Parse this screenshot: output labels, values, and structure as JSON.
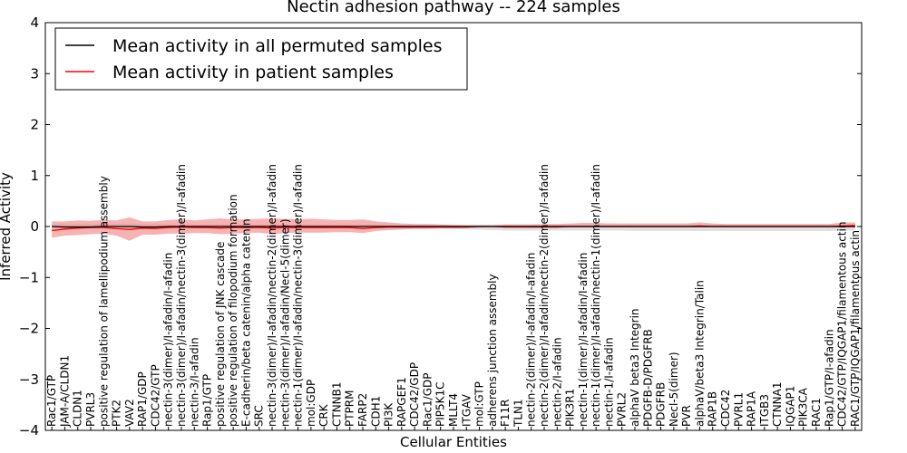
{
  "chart_data": {
    "type": "line",
    "title": "Nectin adhesion pathway -- 224 samples",
    "xlabel": "Cellular Entities",
    "ylabel": "Inferred Activity",
    "ylim": [
      -4,
      4
    ],
    "yticks": [
      "−4",
      "−3",
      "−2",
      "−1",
      "0",
      "1",
      "2",
      "3",
      "4"
    ],
    "grid": false,
    "legend_position": "top-left",
    "categories": [
      "Rac1/GTP",
      "JAM-A/CLDN1",
      "CLDN1",
      "PVRL3",
      "positive regulation of lamellipodium assembly",
      "PTK2",
      "VAV2",
      "RAP1/GDP",
      "CDC42/GTP",
      "nectin-3(dimer)/I-afadin/I-afadin",
      "nectin-3(dimer)/I-afadin/nectin-3(dimer)/I-afadin",
      "nectin-3/I-afadin",
      "Rap1/GTP",
      "positive regulation of JNK cascade",
      "positive regulation of filopodium formation",
      "E-cadherin/beta catenin/alpha catenin",
      "SRC",
      "nectin-3(dimer)/I-afadin/nectin-2(dimer)/I-afadin",
      "nectin-3(dimer)/I-afadin/Necl-5(dimer)",
      "nectin-1(dimer)/I-afadin/nectin-3(dimer)/I-afadin",
      "mol:GDP",
      "CRK",
      "CTNNB1",
      "PTPRM",
      "FARP2",
      "CDH1",
      "PI3K",
      "RAPGEF1",
      "CDC42/GDP",
      "Rac1/GDP",
      "PIP5K1C",
      "MLLT4",
      "ITGAV",
      "mol:GTP",
      "adherens junction assembly",
      "F11R",
      "TLN1",
      "nectin-2(dimer)/I-afadin/I-afadin",
      "nectin-2(dimer)/I-afadin/nectin-2(dimer)/I-afadin",
      "nectin-2/I-afadin",
      "PIK3R1",
      "nectin-1(dimer)/I-afadin/I-afadin",
      "nectin-1(dimer)/I-afadin/nectin-1(dimer)/I-afadin",
      "nectin-1/I-afadin",
      "PVRL2",
      "alphaV beta3 Integrin",
      "PDGFB-D/PDGFRB",
      "PDGFRB",
      "Necl-5(dimer)",
      "PVR",
      "alphaV/beta3 Integrin/Talin",
      "RAP1B",
      "CDC42",
      "PVRL1",
      "RAP1A",
      "ITGB3",
      "CTNNA1",
      "IQGAP1",
      "PIK3CA",
      "RAC1",
      "Rap1/GTP/I-afadin",
      "CDC42/GTP/IQGAP1/filamentous actin",
      "RAC1/GTP/IQGAP1/filamentous actin"
    ],
    "series": [
      {
        "name": "Mean activity in all permuted samples",
        "color": "#000000",
        "values": [
          0,
          -0.01,
          -0.01,
          -0.01,
          0,
          0,
          0,
          -0.01,
          -0.01,
          0,
          0,
          0,
          0,
          0,
          0,
          0,
          0,
          0,
          0,
          0,
          0,
          0,
          0,
          0,
          0,
          0,
          0,
          0,
          0,
          0,
          0,
          0,
          0,
          0,
          0,
          0,
          0,
          0,
          0,
          0,
          0,
          0,
          0,
          0,
          0,
          0,
          0,
          0,
          0,
          0,
          0,
          0,
          0,
          0,
          0,
          0,
          0,
          0,
          0,
          0,
          0,
          0,
          0
        ],
        "band_low": [
          -0.04,
          -0.05,
          -0.05,
          -0.05,
          -0.05,
          -0.05,
          -0.05,
          -0.05,
          -0.05,
          -0.04,
          -0.04,
          -0.04,
          -0.04,
          -0.04,
          -0.04,
          -0.04,
          -0.04,
          -0.04,
          -0.04,
          -0.04,
          -0.04,
          -0.04,
          -0.04,
          -0.04,
          -0.04,
          -0.04,
          -0.04,
          -0.04,
          -0.04,
          -0.04,
          -0.04,
          -0.05,
          -0.06,
          -0.06,
          -0.07,
          -0.08,
          -0.08,
          -0.08,
          -0.08,
          -0.08,
          -0.08,
          -0.08,
          -0.08,
          -0.08,
          -0.08,
          -0.09,
          -0.09,
          -0.09,
          -0.09,
          -0.09,
          -0.09,
          -0.09,
          -0.09,
          -0.09,
          -0.09,
          -0.09,
          -0.09,
          -0.09,
          -0.09,
          -0.09,
          -0.09,
          -0.08,
          -0.08
        ],
        "band_high": [
          0.04,
          0.05,
          0.05,
          0.05,
          0.05,
          0.05,
          0.05,
          0.05,
          0.05,
          0.04,
          0.04,
          0.04,
          0.04,
          0.04,
          0.04,
          0.04,
          0.04,
          0.04,
          0.04,
          0.04,
          0.04,
          0.04,
          0.04,
          0.04,
          0.04,
          0.04,
          0.04,
          0.04,
          0.04,
          0.04,
          0.04,
          0.04,
          0.04,
          0.04,
          0.04,
          0.04,
          0.04,
          0.04,
          0.04,
          0.04,
          0.04,
          0.04,
          0.04,
          0.04,
          0.04,
          0.04,
          0.04,
          0.04,
          0.04,
          0.04,
          0.04,
          0.04,
          0.04,
          0.04,
          0.04,
          0.04,
          0.04,
          0.04,
          0.04,
          0.04,
          0.04,
          0.04,
          0.04
        ]
      },
      {
        "name": "Mean activity in patient samples",
        "color": "#ff0000",
        "values": [
          -0.08,
          -0.05,
          -0.03,
          -0.02,
          -0.02,
          -0.04,
          -0.06,
          -0.03,
          -0.04,
          -0.02,
          -0.01,
          -0.02,
          -0.02,
          -0.03,
          -0.02,
          -0.02,
          -0.02,
          -0.03,
          -0.02,
          -0.02,
          -0.02,
          -0.02,
          -0.02,
          -0.02,
          -0.04,
          -0.02,
          -0.01,
          -0.01,
          -0.01,
          -0.01,
          -0.01,
          -0.01,
          -0.01,
          0,
          0,
          -0.01,
          -0.01,
          -0.01,
          -0.01,
          -0.01,
          0,
          0,
          0,
          0,
          0,
          0,
          0,
          0,
          0,
          0,
          0.01,
          0,
          0,
          0,
          0,
          0,
          0,
          0,
          0,
          0,
          0,
          0.01,
          0.02
        ],
        "band_low": [
          -0.22,
          -0.18,
          -0.17,
          -0.15,
          -0.14,
          -0.18,
          -0.28,
          -0.16,
          -0.16,
          -0.14,
          -0.14,
          -0.13,
          -0.13,
          -0.15,
          -0.14,
          -0.13,
          -0.12,
          -0.15,
          -0.13,
          -0.12,
          -0.12,
          -0.12,
          -0.11,
          -0.11,
          -0.13,
          -0.09,
          -0.07,
          -0.06,
          -0.05,
          -0.05,
          -0.04,
          -0.04,
          -0.03,
          -0.02,
          -0.01,
          -0.02,
          -0.02,
          -0.02,
          -0.02,
          -0.02,
          -0.02,
          -0.02,
          -0.02,
          -0.02,
          -0.02,
          -0.02,
          -0.02,
          -0.02,
          -0.02,
          -0.02,
          -0.02,
          -0.02,
          -0.02,
          -0.02,
          -0.02,
          -0.02,
          -0.02,
          -0.02,
          -0.02,
          -0.02,
          -0.02,
          -0.02,
          -0.02
        ],
        "band_high": [
          0.1,
          0.1,
          0.12,
          0.11,
          0.13,
          0.12,
          0.18,
          0.1,
          0.1,
          0.13,
          0.14,
          0.12,
          0.14,
          0.16,
          0.14,
          0.14,
          0.15,
          0.16,
          0.15,
          0.14,
          0.15,
          0.14,
          0.13,
          0.13,
          0.14,
          0.1,
          0.08,
          0.06,
          0.05,
          0.05,
          0.04,
          0.03,
          0.02,
          0.02,
          0.02,
          0.04,
          0.04,
          0.04,
          0.05,
          0.05,
          0.06,
          0.07,
          0.07,
          0.06,
          0.06,
          0.06,
          0.06,
          0.06,
          0.06,
          0.06,
          0.08,
          0.06,
          0.05,
          0.05,
          0.05,
          0.05,
          0.05,
          0.05,
          0.05,
          0.05,
          0.05,
          0.08,
          0.08
        ]
      }
    ],
    "band_colors": {
      "permuted": "#cccccc",
      "patient": "#f08080"
    }
  }
}
